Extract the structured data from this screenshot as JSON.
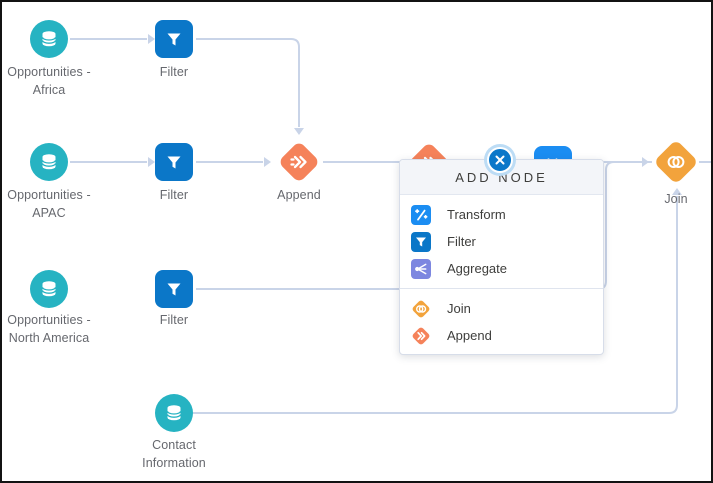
{
  "app": {
    "description": "data-prep recipe canvas"
  },
  "colors": {
    "dataset_teal": "#26b3c2",
    "filter_blue": "#0b77c8",
    "transform_blue": "#1b8df2",
    "aggregate_indigo": "#7d87e0",
    "join_amber": "#f2a33c",
    "append_coral": "#f5825a",
    "connector": "#c9d4e8"
  },
  "nodes": {
    "africa": {
      "label_line1": "Opportunities -",
      "label_line2": "Africa"
    },
    "africa_filter": {
      "label": "Filter"
    },
    "apac": {
      "label_line1": "Opportunities -",
      "label_line2": "APAC"
    },
    "apac_filter": {
      "label": "Filter"
    },
    "append": {
      "label": "Append"
    },
    "join": {
      "label": "Join"
    },
    "north_america": {
      "label_line1": "Opportunities -",
      "label_line2": "North America"
    },
    "north_america_filter": {
      "label": "Filter"
    },
    "contact": {
      "label_line1": "Contact",
      "label_line2": "Information"
    }
  },
  "popup": {
    "title": "ADD NODE",
    "items": [
      {
        "label": "Transform"
      },
      {
        "label": "Filter"
      },
      {
        "label": "Aggregate"
      },
      {
        "label": "Join"
      },
      {
        "label": "Append"
      }
    ]
  }
}
